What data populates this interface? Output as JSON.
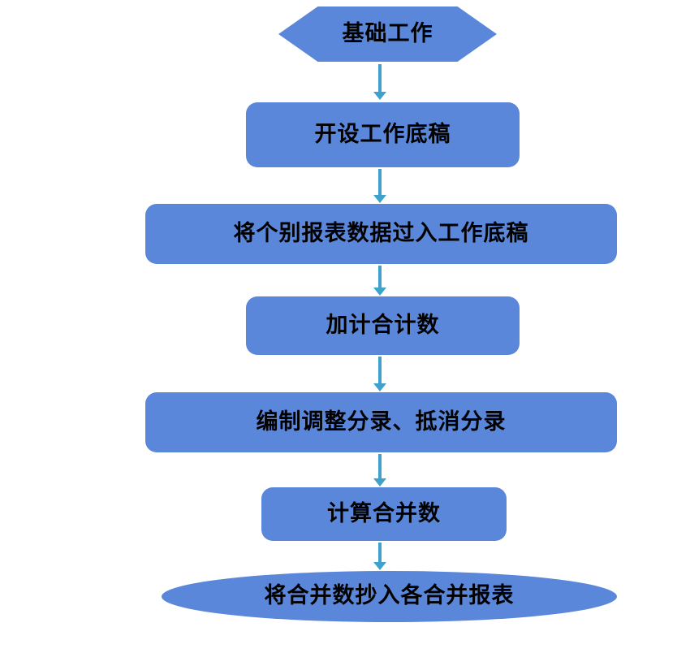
{
  "diagram": {
    "type": "flowchart",
    "direction": "top-to-bottom",
    "nodes": [
      {
        "id": "start",
        "shape": "hexagon",
        "label": "基础工作"
      },
      {
        "id": "step1",
        "shape": "rounded-rect",
        "label": "开设工作底稿"
      },
      {
        "id": "step2",
        "shape": "rounded-rect",
        "label": "将个别报表数据过入工作底稿"
      },
      {
        "id": "step3",
        "shape": "rounded-rect",
        "label": "加计合计数"
      },
      {
        "id": "step4",
        "shape": "rounded-rect",
        "label": "编制调整分录、抵消分录"
      },
      {
        "id": "step5",
        "shape": "rounded-rect",
        "label": "计算合并数"
      },
      {
        "id": "end",
        "shape": "ellipse",
        "label": "将合并数抄入各合并报表"
      }
    ],
    "edges": [
      {
        "from": "start",
        "to": "step1"
      },
      {
        "from": "step1",
        "to": "step2"
      },
      {
        "from": "step2",
        "to": "step3"
      },
      {
        "from": "step3",
        "to": "step4"
      },
      {
        "from": "step4",
        "to": "step5"
      },
      {
        "from": "step5",
        "to": "end"
      }
    ],
    "colors": {
      "shape_fill": "#5B87DA",
      "arrow": "#3FA2CC",
      "text": "#000000",
      "background": "#FFFFFF"
    }
  }
}
